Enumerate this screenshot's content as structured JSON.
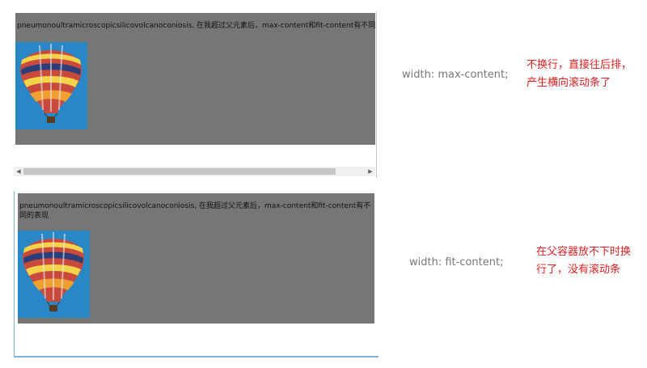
{
  "demo_text": "pneumonoultramicroscopicsilicovolcanoconiosis, 在我超过父元素后，max-content和fit-content有不同的表现",
  "labels": {
    "max_content": "width: max-content;",
    "fit_content": "width: fit-content;"
  },
  "notes": {
    "max_content_line1": "不换行，直接往后排，",
    "max_content_line2": "产生横向滚动条了",
    "fit_content_line1": "在父容器放不下时换",
    "fit_content_line2": "行了，没有滚动条"
  },
  "colors": {
    "box_background": "#767676",
    "note_color": "#e02020",
    "label_color": "#777777"
  },
  "scrollbar": {
    "left_arrow": "◀",
    "right_arrow": "▶"
  },
  "icons": {
    "balloon": "hot-air-balloon-image"
  }
}
